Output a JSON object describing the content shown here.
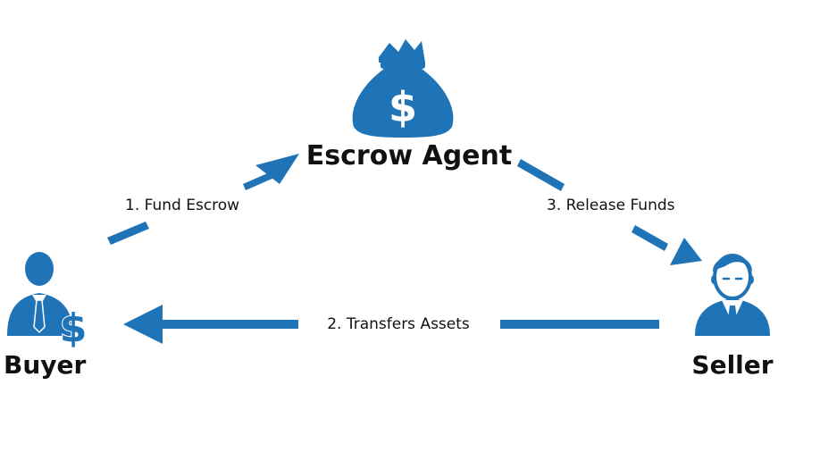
{
  "colors": {
    "accent": "#1f73b7",
    "text": "#111111",
    "background": "#ffffff"
  },
  "nodes": {
    "escrow": {
      "label": "Escrow Agent",
      "icon": "money-bag-icon"
    },
    "buyer": {
      "label": "Buyer",
      "icon": "buyer-with-dollar-icon"
    },
    "seller": {
      "label": "Seller",
      "icon": "seller-person-icon"
    }
  },
  "edges": {
    "fund": {
      "label": "1. Fund Escrow"
    },
    "transfer": {
      "label": "2. Transfers Assets"
    },
    "release": {
      "label": "3.  Release Funds"
    }
  }
}
